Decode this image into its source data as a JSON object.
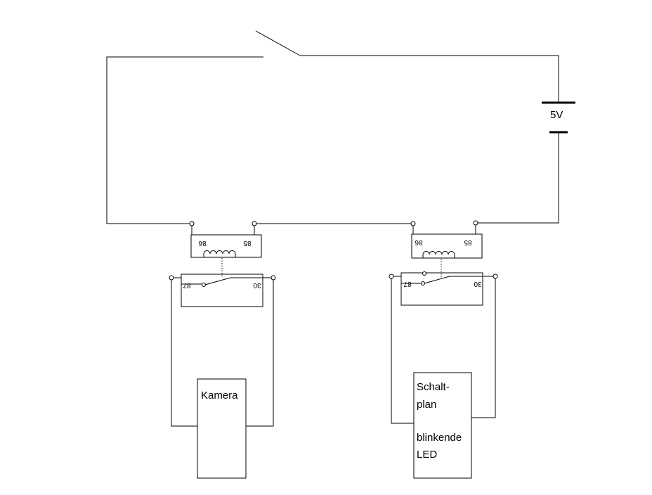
{
  "battery": {
    "voltage_label": "5V"
  },
  "relays": [
    {
      "pin_86": "86",
      "pin_85": "85",
      "pin_87": "87",
      "pin_30": "30"
    },
    {
      "pin_86": "86",
      "pin_85": "85",
      "pin_87": "87",
      "pin_30": "30"
    }
  ],
  "loads": [
    {
      "lines": [
        "Kamera"
      ]
    },
    {
      "lines": [
        "Schalt-",
        "plan",
        "",
        "blinkende",
        "LED"
      ]
    }
  ]
}
